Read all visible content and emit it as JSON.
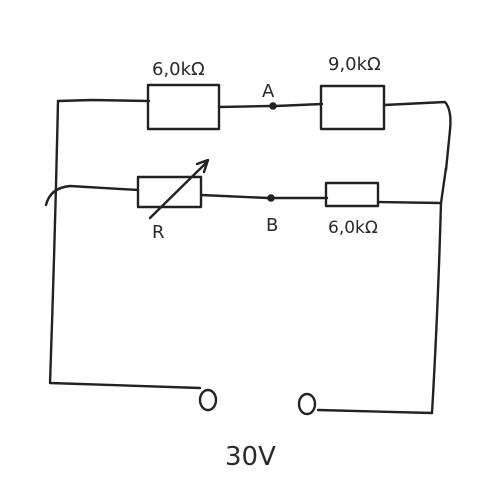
{
  "labels": {
    "r_top_left": "6,0kΩ",
    "r_top_right": "9,0kΩ",
    "r_bottom_right": "6,0kΩ",
    "variable_resistor": "R",
    "node_a": "A",
    "node_b": "B",
    "supply": "30V"
  },
  "colors": {
    "ink": "#222222",
    "background": "#ffffff"
  }
}
